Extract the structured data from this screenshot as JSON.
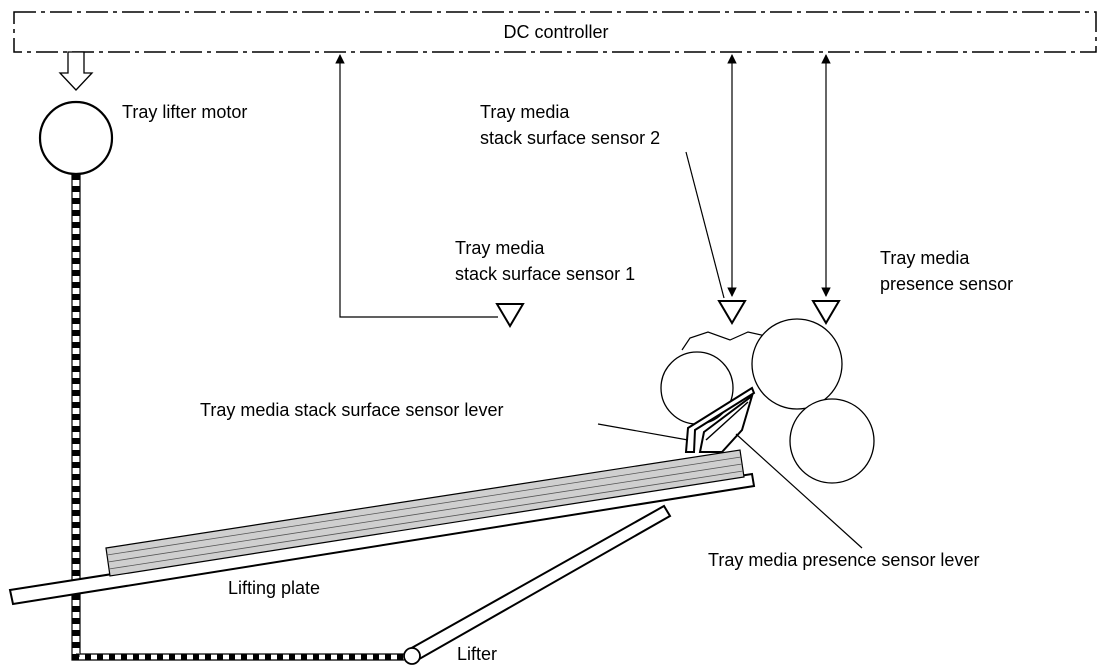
{
  "controller": {
    "label": "DC controller"
  },
  "motor": {
    "label": "Tray lifter motor"
  },
  "sensors": {
    "stack_surface_2": {
      "line1": "Tray media",
      "line2": "stack surface sensor 2"
    },
    "stack_surface_1": {
      "line1": "Tray media",
      "line2": "stack surface sensor 1"
    },
    "presence": {
      "line1": "Tray media",
      "line2": "presence sensor"
    }
  },
  "levers": {
    "stack_surface_lever": "Tray media stack surface sensor lever",
    "presence_lever": "Tray media presence sensor lever"
  },
  "plate": {
    "label": "Lifting plate"
  },
  "lifter": {
    "label": "Lifter"
  }
}
